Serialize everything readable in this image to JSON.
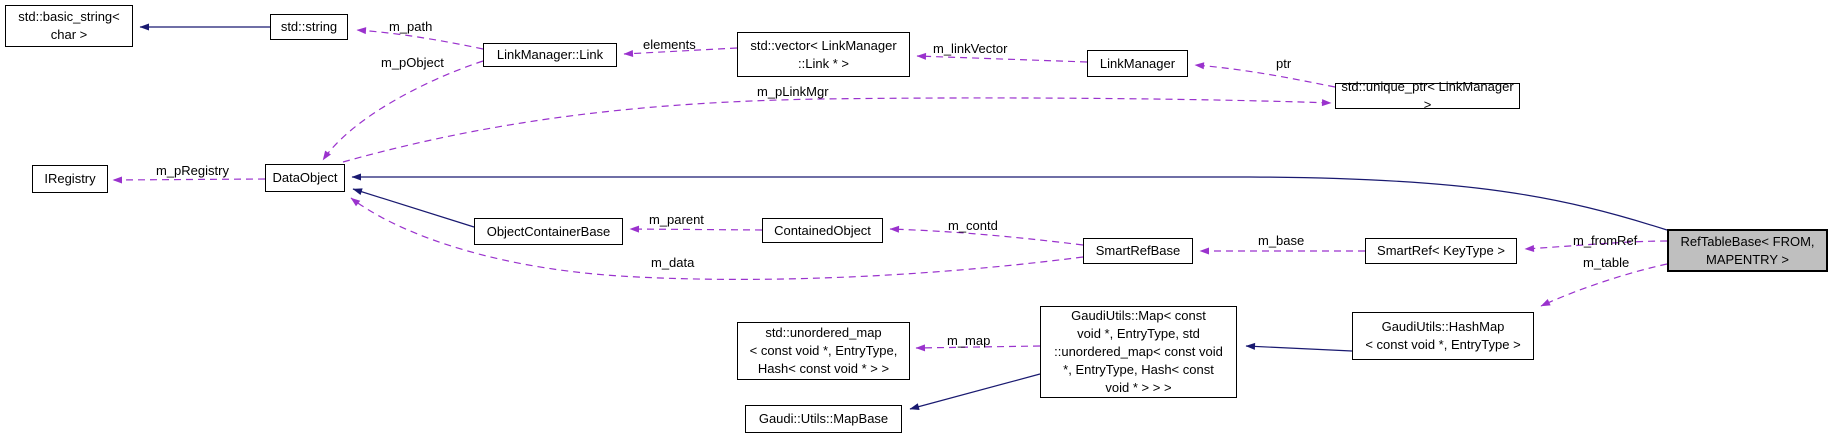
{
  "diagram": {
    "kind": "doxygen-collaboration-diagram",
    "focus_class": "RefTableBase< FROM, MAPENTRY >",
    "colors": {
      "inheritance_edge": "#191970",
      "usage_edge": "#9a32cd",
      "node_background": "#ffffff",
      "focus_node_background": "#bfbfbf",
      "node_border": "#000000"
    },
    "nodes": [
      {
        "id": "std-basic-string",
        "label": "std::basic_string<\nchar >"
      },
      {
        "id": "std-string",
        "label": "std::string"
      },
      {
        "id": "linkmanager-link",
        "label": "LinkManager::Link"
      },
      {
        "id": "std-vector-link",
        "label": "std::vector< LinkManager\n::Link * >"
      },
      {
        "id": "linkmanager",
        "label": "LinkManager"
      },
      {
        "id": "std-unique-ptr",
        "label": "std::unique_ptr< LinkManager >"
      },
      {
        "id": "iregistry",
        "label": "IRegistry"
      },
      {
        "id": "dataobject",
        "label": "DataObject"
      },
      {
        "id": "objectcontainerbase",
        "label": "ObjectContainerBase"
      },
      {
        "id": "containedobject",
        "label": "ContainedObject"
      },
      {
        "id": "smartrefbase",
        "label": "SmartRefBase"
      },
      {
        "id": "smartref-keytype",
        "label": "SmartRef< KeyType >"
      },
      {
        "id": "reftablebase",
        "label": "RefTableBase< FROM,\nMAPENTRY >"
      },
      {
        "id": "gaudiutils-hashmap",
        "label": "GaudiUtils::HashMap\n< const void *, EntryType >"
      },
      {
        "id": "gaudiutils-map",
        "label": "GaudiUtils::Map< const\nvoid *, EntryType, std\n::unordered_map< const void\n*, EntryType, Hash< const\nvoid * > > >"
      },
      {
        "id": "std-unordered-map",
        "label": "std::unordered_map\n< const void *, EntryType,\nHash< const void * > >"
      },
      {
        "id": "gaudi-utils-mapbase",
        "label": "Gaudi::Utils::MapBase"
      }
    ],
    "edge_labels": [
      {
        "text": "m_path"
      },
      {
        "text": "m_pObject"
      },
      {
        "text": "elements"
      },
      {
        "text": "m_linkVector"
      },
      {
        "text": "ptr"
      },
      {
        "text": "m_pLinkMgr"
      },
      {
        "text": "m_pRegistry"
      },
      {
        "text": "m_parent"
      },
      {
        "text": "m_contd"
      },
      {
        "text": "m_base"
      },
      {
        "text": "m_data"
      },
      {
        "text": "m_map"
      },
      {
        "text": "m_fromRef"
      },
      {
        "text": "m_table"
      }
    ]
  }
}
